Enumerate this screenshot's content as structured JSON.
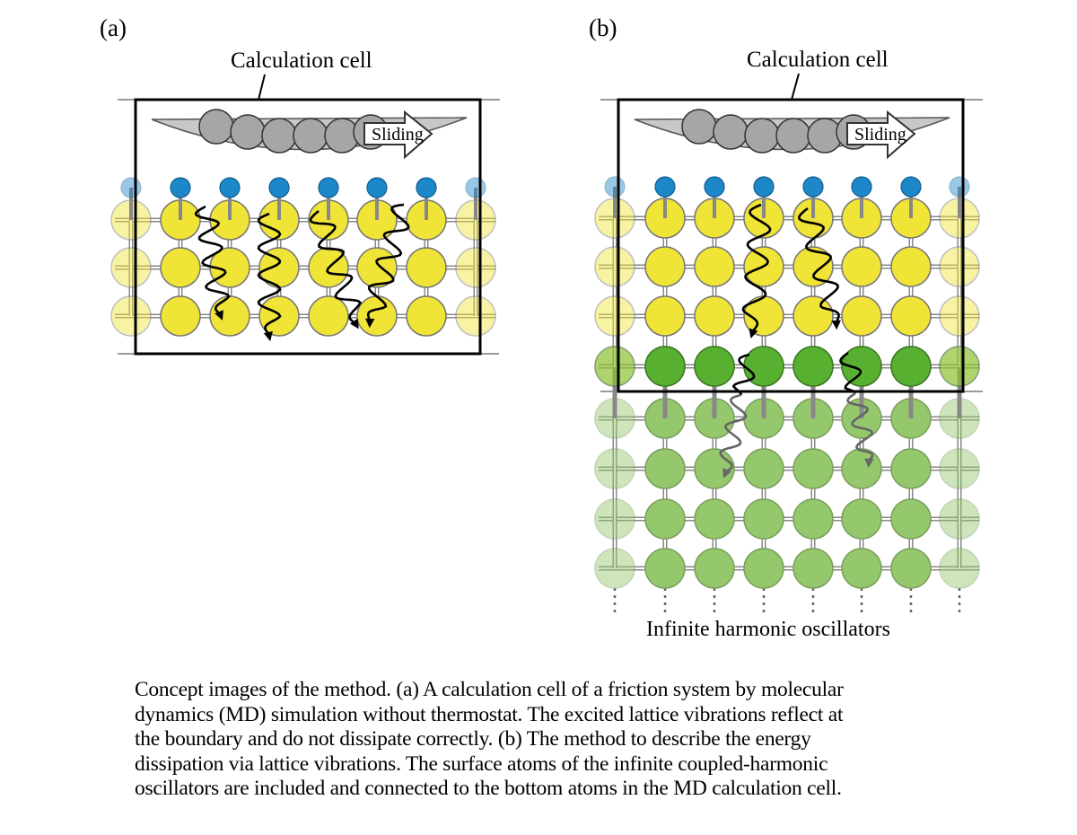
{
  "panels": {
    "a": {
      "letter": "(a)",
      "cell_label": "Calculation cell",
      "slider_label": "Sliding"
    },
    "b": {
      "letter": "(b)",
      "cell_label": "Calculation cell",
      "slider_label": "Sliding",
      "bottom_label": "Infinite harmonic oscillators"
    }
  },
  "caption": {
    "lines": [
      "Concept images of the method. (a) A calculation cell of a friction system by molecular",
      "dynamics (MD) simulation without thermostat. The excited lattice vibrations reflect at",
      "the boundary and do not dissipate correctly. (b) The method to describe the energy",
      "dissipation via lattice vibrations. The surface atoms of the infinite coupled-harmonic",
      "oscillators are included and connected to the bottom atoms in the MD calculation cell."
    ]
  },
  "colors": {
    "surface_atom": "#1c87c9",
    "md_atom": "#f0e436",
    "boundary_atom": "#57b030",
    "oscillator_atom": "#95c76c",
    "slider_atom": "#a6a6a6",
    "slider_body": "#c8c8c8"
  }
}
